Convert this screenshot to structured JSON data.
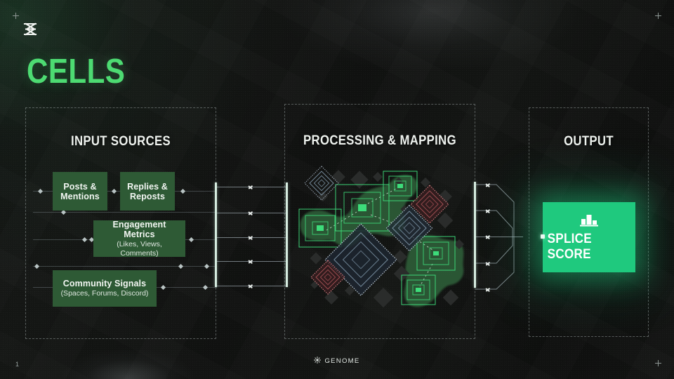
{
  "slide": {
    "title": "CELLS",
    "page_number": "1",
    "logo_icon": "genome-helix-logo-icon",
    "corner_marker_icon": "plus-marker-icon",
    "accent_green": "#4ddb72",
    "card_green": "#2e5a35",
    "output_green": "#1fc97e",
    "background": "#121413"
  },
  "footer": {
    "brand": "GENOME",
    "brand_icon": "sun-burst-icon"
  },
  "panels": {
    "input": {
      "heading": "INPUT SOURCES",
      "cards": [
        {
          "title": "Posts &",
          "title2": "Mentions",
          "subtitle": ""
        },
        {
          "title": "Replies &",
          "title2": "Reposts",
          "subtitle": ""
        },
        {
          "title": "Engagement Metrics",
          "title2": "",
          "subtitle": "(Likes, Views, Comments)"
        },
        {
          "title": "Community Signals",
          "title2": "",
          "subtitle": "(Spaces, Forums, Discord)"
        }
      ]
    },
    "processing": {
      "heading": "PROCESSING & MAPPING",
      "visual": "cluster-map-diagram"
    },
    "output": {
      "heading": "OUTPUT",
      "card_label": "SPLICE SCORE",
      "card_icon": "bar-chart-podium-icon"
    }
  },
  "connectors": {
    "left_flow_count": 5,
    "right_flow_count": 5,
    "arrow_icon": "chevron-right-icon"
  },
  "chart_data": {
    "type": "scatter",
    "title": "PROCESSING & MAPPING",
    "description": "Cluster map of concentric-square nodes over organic green territory blobs, connected by dashed paths",
    "legend_position": "none",
    "grid": false,
    "xlim": [
      0,
      250
    ],
    "ylim": [
      0,
      234
    ],
    "regions": [
      {
        "name": "territory-west",
        "fill": "#2c5c38"
      },
      {
        "name": "territory-east",
        "fill": "#2c5c38"
      }
    ],
    "series": [
      {
        "name": "green-nodes",
        "color": "#3ddc7a",
        "points": [
          {
            "x": 96,
            "y": 68,
            "size": 40
          },
          {
            "x": 36,
            "y": 97,
            "size": 33
          },
          {
            "x": 150,
            "y": 37,
            "size": 26
          },
          {
            "x": 200,
            "y": 133,
            "size": 29
          },
          {
            "x": 175,
            "y": 185,
            "size": 26
          }
        ]
      },
      {
        "name": "blue-nodes",
        "color": "#8fa9bd",
        "points": [
          {
            "x": 38,
            "y": 33,
            "size": 24
          },
          {
            "x": 94,
            "y": 142,
            "size": 52
          },
          {
            "x": 163,
            "y": 97,
            "size": 33
          }
        ]
      },
      {
        "name": "red-nodes",
        "color": "#b4585c",
        "points": [
          {
            "x": 192,
            "y": 63,
            "size": 27
          },
          {
            "x": 47,
            "y": 167,
            "size": 24
          }
        ]
      }
    ],
    "links": [
      {
        "from": [
          36,
          97
        ],
        "to": [
          96,
          68
        ]
      },
      {
        "from": [
          96,
          68
        ],
        "to": [
          150,
          37
        ]
      },
      {
        "from": [
          96,
          68
        ],
        "to": [
          163,
          97
        ]
      },
      {
        "from": [
          163,
          97
        ],
        "to": [
          200,
          133
        ]
      },
      {
        "from": [
          200,
          133
        ],
        "to": [
          175,
          185
        ]
      }
    ]
  }
}
